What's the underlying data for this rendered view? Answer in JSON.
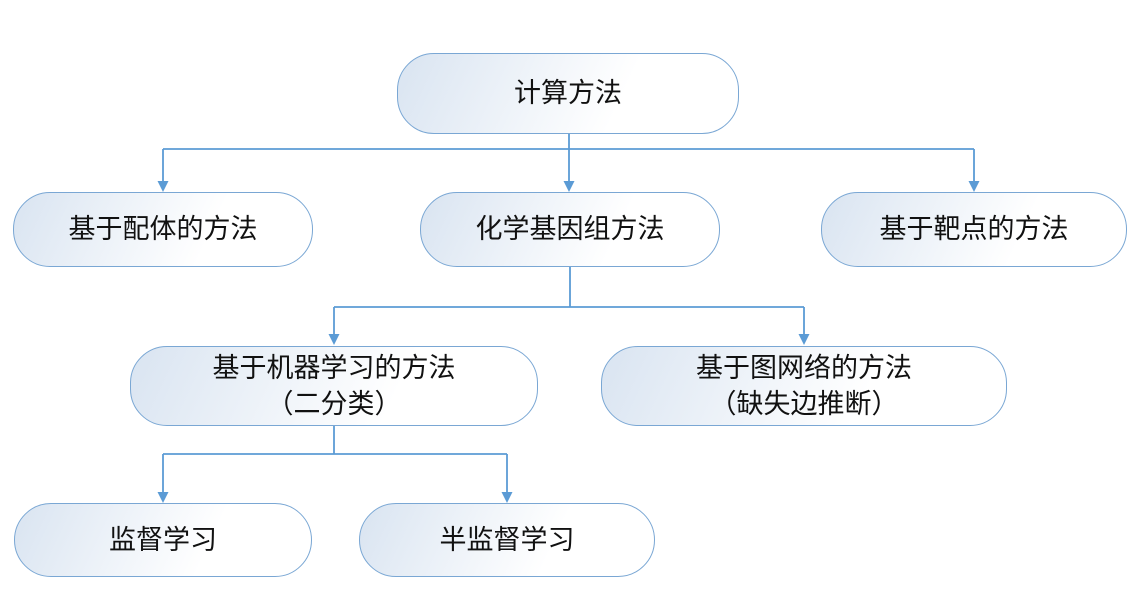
{
  "colors": {
    "connector": "#5b9bd5",
    "box_border": "#7aa7d4",
    "box_fill_start": "#d9e4f1",
    "box_fill_end": "#ffffff",
    "text": "#111111",
    "background": "#ffffff"
  },
  "tree": {
    "id": "computational-methods",
    "label": "计算方法",
    "children": [
      {
        "id": "ligand-based-methods",
        "label": "基于配体的方法"
      },
      {
        "id": "chemogenomic-methods",
        "label": "化学基因组方法",
        "children": [
          {
            "id": "machine-learning-methods",
            "label": "基于机器学习的方法",
            "sublabel": "（二分类）",
            "children": [
              {
                "id": "supervised-learning",
                "label": "监督学习"
              },
              {
                "id": "semi-supervised-learning",
                "label": "半监督学习"
              }
            ]
          },
          {
            "id": "graph-network-methods",
            "label": "基于图网络的方法",
            "sublabel": "（缺失边推断）"
          }
        ]
      },
      {
        "id": "target-based-methods",
        "label": "基于靶点的方法"
      }
    ]
  }
}
